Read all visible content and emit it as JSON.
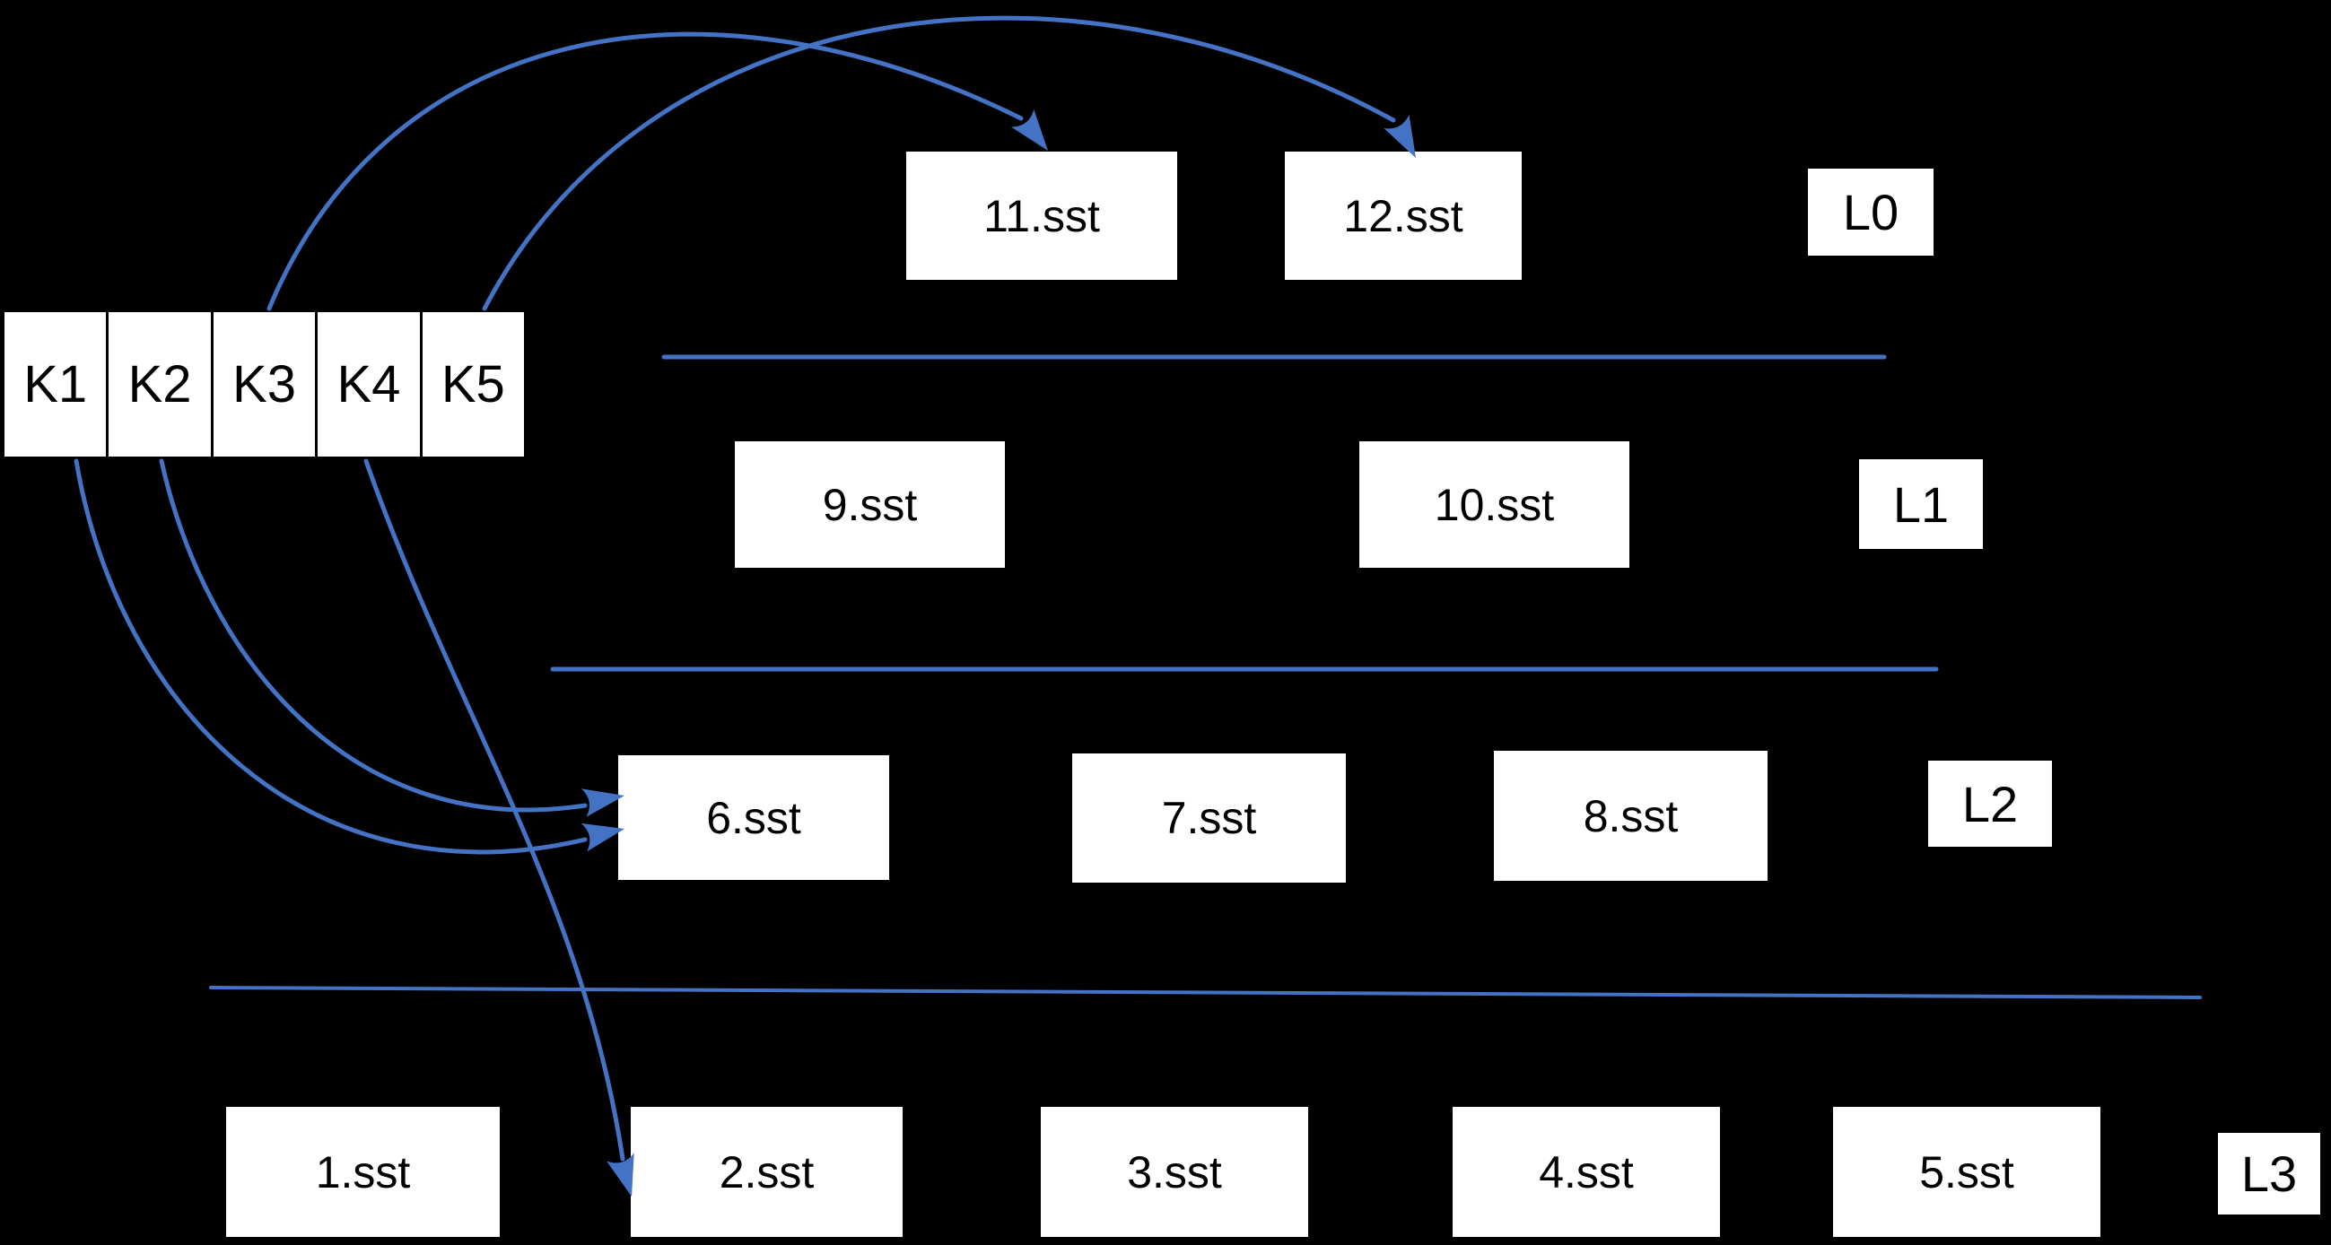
{
  "colors": {
    "background": "#000000",
    "box_fill": "#ffffff",
    "box_text": "#000000",
    "accent_blue": "#4472C4"
  },
  "keys": [
    {
      "label": "K1"
    },
    {
      "label": "K2"
    },
    {
      "label": "K3"
    },
    {
      "label": "K4"
    },
    {
      "label": "K5"
    }
  ],
  "levels": [
    {
      "label": "L0",
      "files": [
        {
          "name": "11.sst"
        },
        {
          "name": "12.sst"
        }
      ]
    },
    {
      "label": "L1",
      "files": [
        {
          "name": "9.sst"
        },
        {
          "name": "10.sst"
        }
      ]
    },
    {
      "label": "L2",
      "files": [
        {
          "name": "6.sst"
        },
        {
          "name": "7.sst"
        },
        {
          "name": "8.sst"
        }
      ]
    },
    {
      "label": "L3",
      "files": [
        {
          "name": "1.sst"
        },
        {
          "name": "2.sst"
        },
        {
          "name": "3.sst"
        },
        {
          "name": "4.sst"
        },
        {
          "name": "5.sst"
        }
      ]
    }
  ],
  "arrows": [
    {
      "from": "K3",
      "to": "11.sst"
    },
    {
      "from": "K5",
      "to": "12.sst"
    },
    {
      "from": "K2",
      "to": "6.sst"
    },
    {
      "from": "K1",
      "to": "6.sst"
    },
    {
      "from": "K4",
      "to": "2.sst"
    }
  ]
}
